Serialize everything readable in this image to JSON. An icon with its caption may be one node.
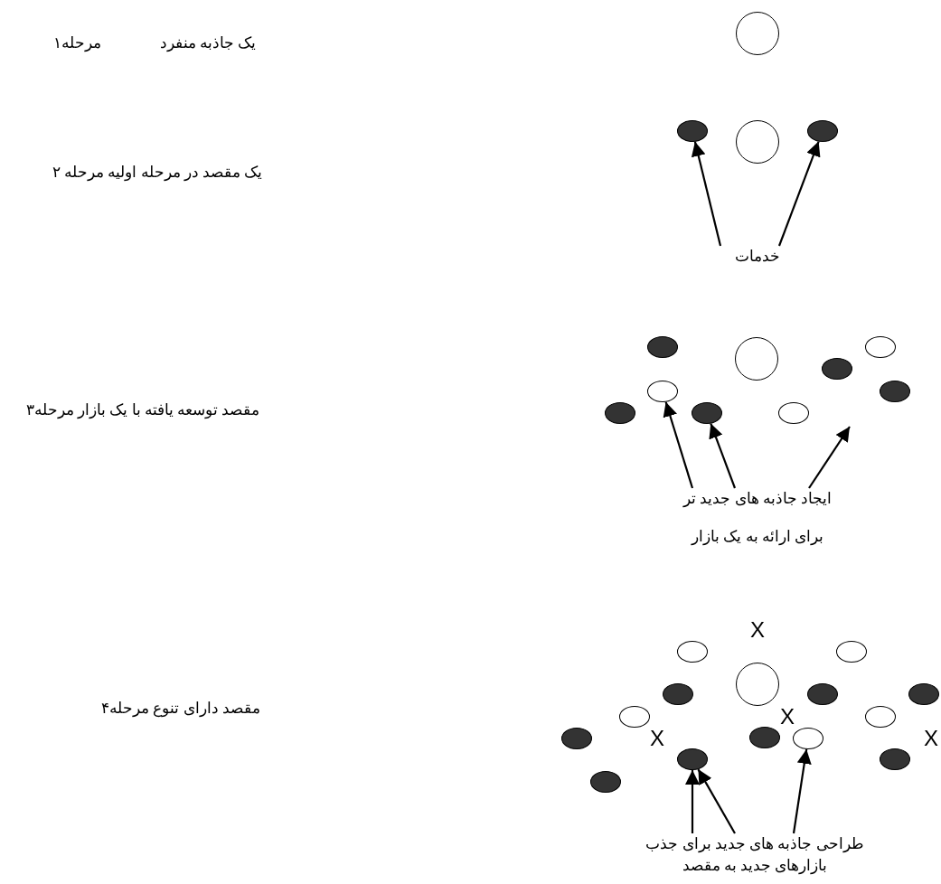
{
  "diagram": {
    "nodes": [
      {
        "text": [],
        "shape": "circle"
      },
      {
        "text": [],
        "shape": "circle"
      },
      {
        "text": [],
        "shape": "circle"
      },
      {
        "text": [],
        "shape": "circle"
      },
      {
        "text": [
          "خدمات"
        ]
      },
      {
        "text": [],
        "shape": "circle"
      },
      {
        "text": [],
        "shape": "circle"
      },
      {
        "text": [],
        "shape": "circle"
      },
      {
        "text": [],
        "shape": "circle"
      },
      {
        "text": [],
        "shape": "circle"
      },
      {
        "text": [],
        "shape": "circle"
      },
      {
        "text": [],
        "shape": "circle"
      },
      {
        "text": [],
        "shape": "circle"
      },
      {
        "text": [],
        "shape": "circle"
      },
      {
        "text": [
          "ایجاد جاذبه های جدید تر",
          "برای ارائه به یک بازار"
        ]
      },
      {
        "text": [],
        "shape": "circle"
      },
      {
        "text": [],
        "shape": "circle"
      },
      {
        "text": [],
        "shape": "circle"
      },
      {
        "text": [],
        "shape": "circle"
      },
      {
        "text": [],
        "shape": "circle"
      },
      {
        "text": [],
        "shape": "circle"
      },
      {
        "text": [],
        "shape": "circle"
      },
      {
        "text": [],
        "shape": "circle"
      },
      {
        "text": [],
        "shape": "circle"
      },
      {
        "text": [],
        "shape": "circle"
      },
      {
        "text": [],
        "shape": "circle"
      },
      {
        "text": [],
        "shape": "circle"
      },
      {
        "text": [],
        "shape": "circle"
      },
      {
        "text": [],
        "shape": "circle"
      },
      {
        "text": [
          "طراحی جاذبه های جدید برای جذب بازارهای جدید به مقصد"
        ]
      }
    ],
    "edges": [
      {
        "from": 4,
        "to": 1,
        "arrow": "to"
      },
      {
        "from": 4,
        "to": 3,
        "arrow": "to"
      },
      {
        "from": 14,
        "to": 9,
        "arrow": "to"
      },
      {
        "from": 14,
        "to": 12,
        "arrow": "to"
      },
      {
        "from": 14,
        "to": null,
        "arrow": "to"
      },
      {
        "from": 29,
        "to": 26,
        "arrow": "to"
      },
      {
        "from": 29,
        "to": 26,
        "arrow": "to"
      },
      {
        "from": 29,
        "to": 25,
        "arrow": "to"
      }
    ],
    "labels": [
      "یک جاذبه منفرد",
      "مرحله۱",
      "یک مقصد در مرحله اولیه مرحله ۲",
      "مقصد توسعه یافته با یک بازار مرحله۳",
      "X",
      "مقصد دارای تنوع مرحله۴",
      "X",
      "X",
      "X"
    ]
  }
}
